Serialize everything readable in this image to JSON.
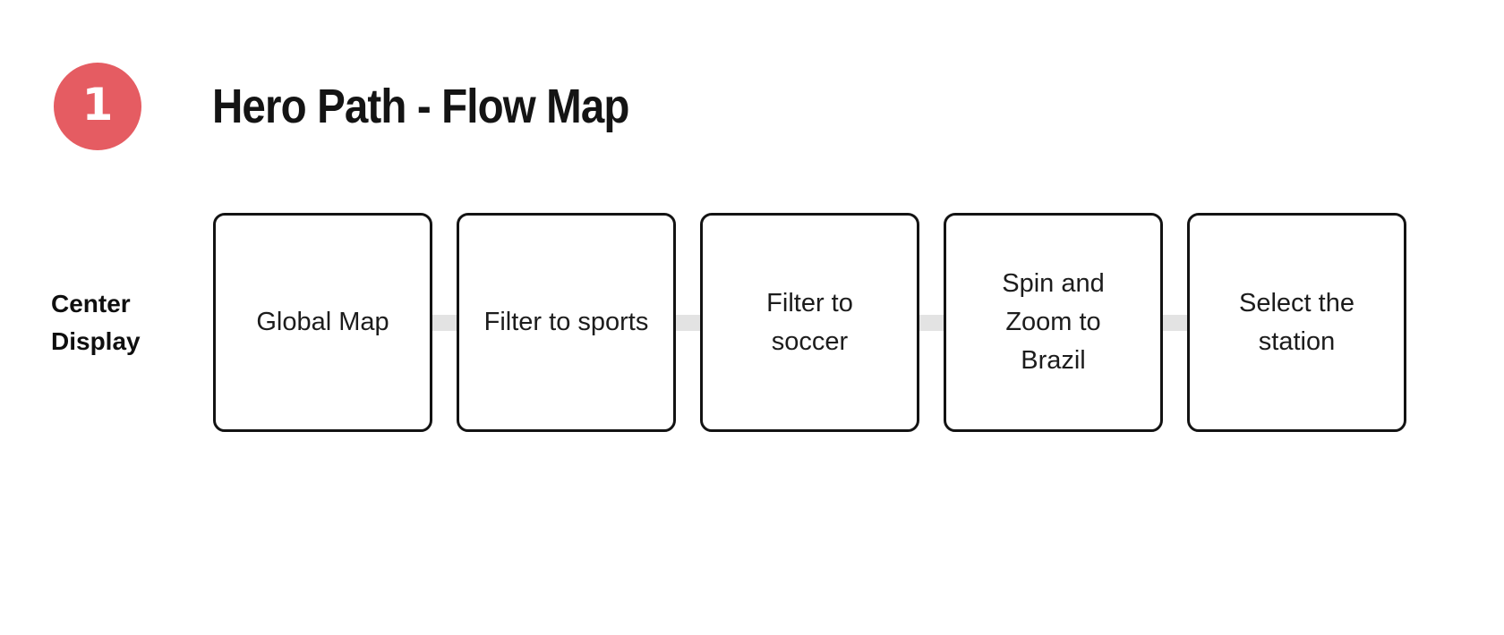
{
  "header": {
    "step_number": "1",
    "step_badge_color": "#E55C62",
    "title": "Hero Path - Flow Map"
  },
  "flow": {
    "row_label": "Center Display",
    "connector_color": "#E3E3E3",
    "node_border_color": "#131313",
    "node_fill_color": "#FFFFFF",
    "nodes": [
      {
        "label": "Global Map"
      },
      {
        "label": "Filter to sports"
      },
      {
        "label": "Filter to soccer"
      },
      {
        "label": "Spin and Zoom to Brazil"
      },
      {
        "label": "Select the station"
      }
    ]
  }
}
